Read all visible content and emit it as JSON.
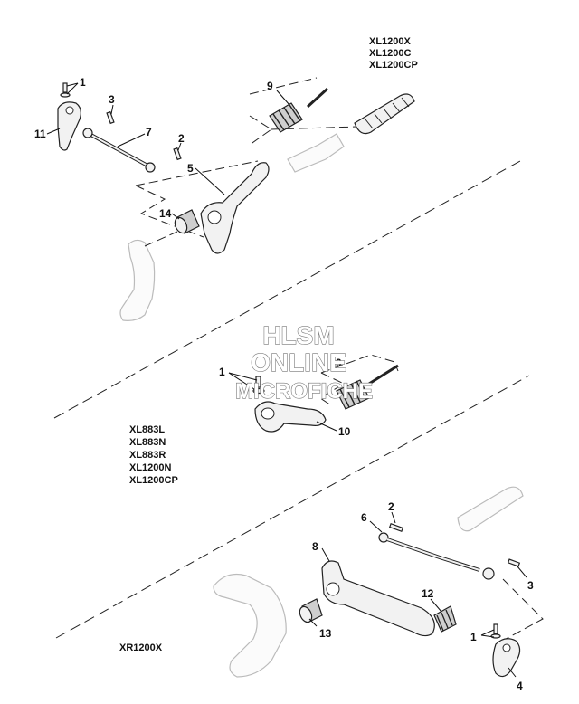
{
  "models": {
    "top": [
      "XL1200X",
      "XL1200C",
      "XL1200CP"
    ],
    "middle": [
      "XL883L",
      "XL883N",
      "XL883R",
      "XL1200N",
      "XL1200CP"
    ],
    "bottom": "XR1200X"
  },
  "watermark": [
    "HLSM",
    "ONLINE",
    "MICROFICHE"
  ],
  "callouts": {
    "top": [
      "1",
      "3",
      "11",
      "7",
      "2",
      "5",
      "9",
      "14"
    ],
    "middle": [
      "1",
      "9",
      "10"
    ],
    "bottom": [
      "2",
      "6",
      "8",
      "3",
      "12",
      "13",
      "1",
      "4"
    ]
  },
  "colors": {
    "line": "#222222",
    "watermark_stroke": "#777777"
  }
}
